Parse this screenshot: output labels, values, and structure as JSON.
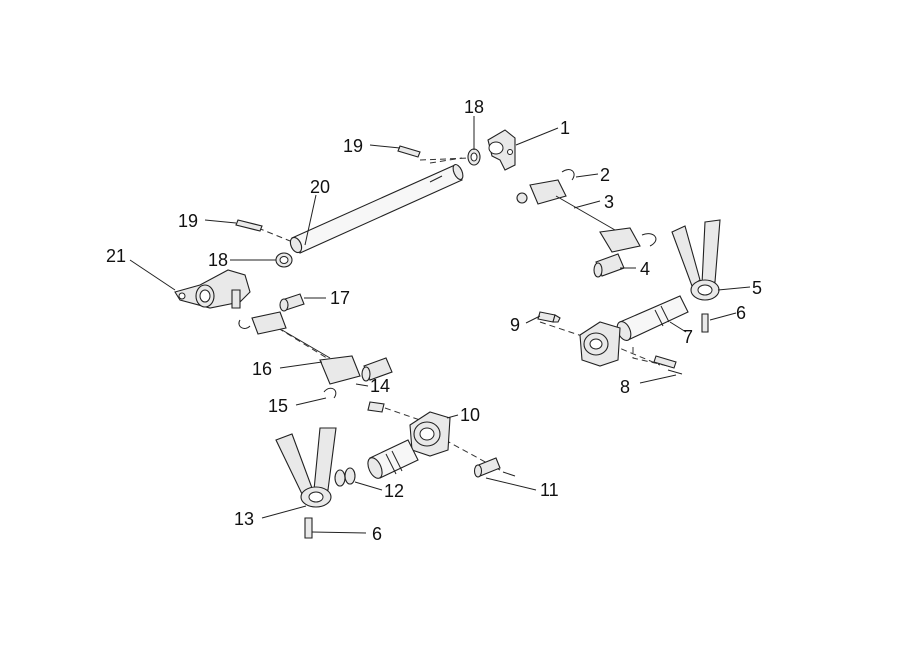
{
  "callouts": [
    {
      "id": "c1",
      "text": "1"
    },
    {
      "id": "c2",
      "text": "2"
    },
    {
      "id": "c3",
      "text": "3"
    },
    {
      "id": "c4",
      "text": "4"
    },
    {
      "id": "c5",
      "text": "5"
    },
    {
      "id": "c6a",
      "text": "6"
    },
    {
      "id": "c6b",
      "text": "6"
    },
    {
      "id": "c7",
      "text": "7"
    },
    {
      "id": "c8",
      "text": "8"
    },
    {
      "id": "c9",
      "text": "9"
    },
    {
      "id": "c10",
      "text": "10"
    },
    {
      "id": "c11",
      "text": "11"
    },
    {
      "id": "c12",
      "text": "12"
    },
    {
      "id": "c13",
      "text": "13"
    },
    {
      "id": "c14",
      "text": "14"
    },
    {
      "id": "c15",
      "text": "15"
    },
    {
      "id": "c16",
      "text": "16"
    },
    {
      "id": "c17",
      "text": "17"
    },
    {
      "id": "c18a",
      "text": "18"
    },
    {
      "id": "c18b",
      "text": "18"
    },
    {
      "id": "c19a",
      "text": "19"
    },
    {
      "id": "c19b",
      "text": "19"
    },
    {
      "id": "c20",
      "text": "20"
    },
    {
      "id": "c21",
      "text": "21"
    }
  ]
}
